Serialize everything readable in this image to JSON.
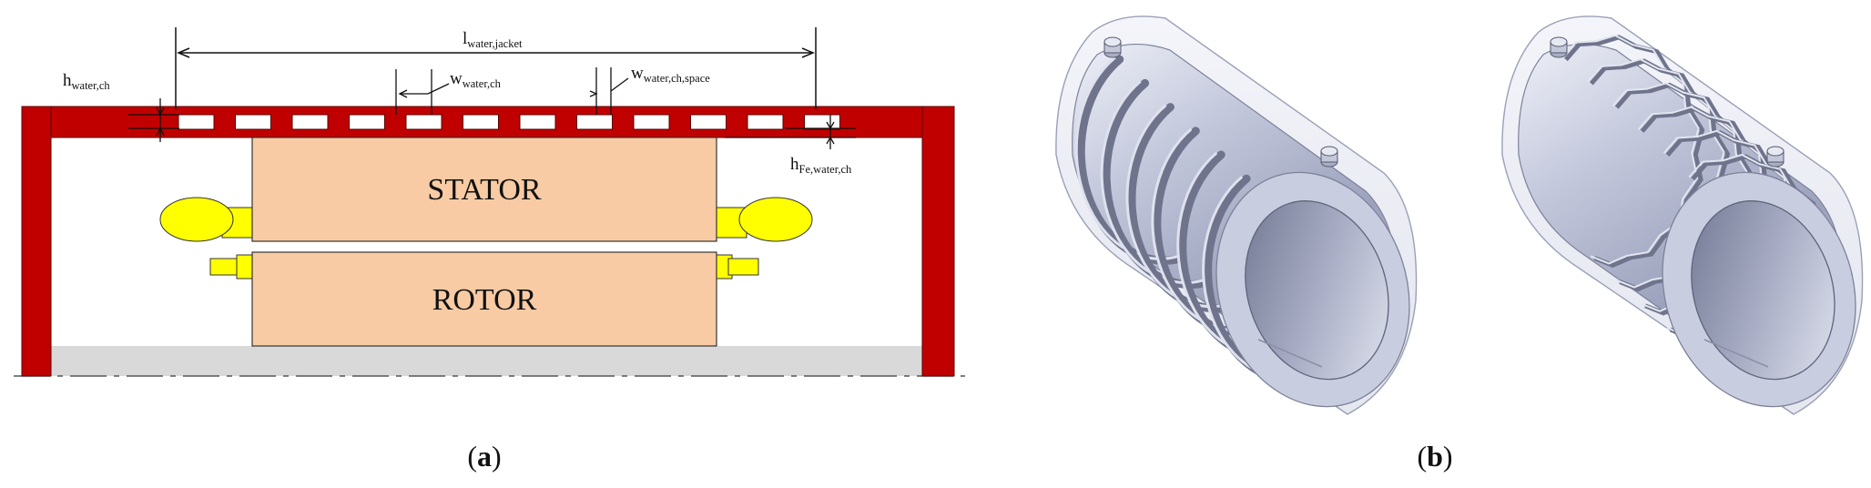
{
  "panel_a": {
    "labels": {
      "l_jacket_main": "l",
      "l_jacket_sub": "water,jacket",
      "h_ch_main": "h",
      "h_ch_sub": "water,ch",
      "w_ch_main": "w",
      "w_ch_sub": "water,ch",
      "w_space_main": "w",
      "w_space_sub": "water,ch,space",
      "h_fe_main": "h",
      "h_fe_sub": "Fe,water,ch"
    },
    "stator_label": "STATOR",
    "rotor_label": "ROTOR",
    "channel_count": 12,
    "colors": {
      "housing": "#c00000",
      "core": "#f8cba4",
      "winding": "#ffff00",
      "shaft_base": "#d9d9d9"
    },
    "caption": {
      "open": "(",
      "letter": "a",
      "close": ")"
    }
  },
  "panel_b": {
    "jackets": [
      {
        "name": "straight-channel-jacket",
        "groove_style": "straight"
      },
      {
        "name": "zigzag-channel-jacket",
        "groove_style": "zigzag"
      }
    ],
    "colors": {
      "body": "#b4bad2",
      "edge": "#8a8fa6"
    },
    "caption": {
      "open": "(",
      "letter": "b",
      "close": ")"
    }
  }
}
